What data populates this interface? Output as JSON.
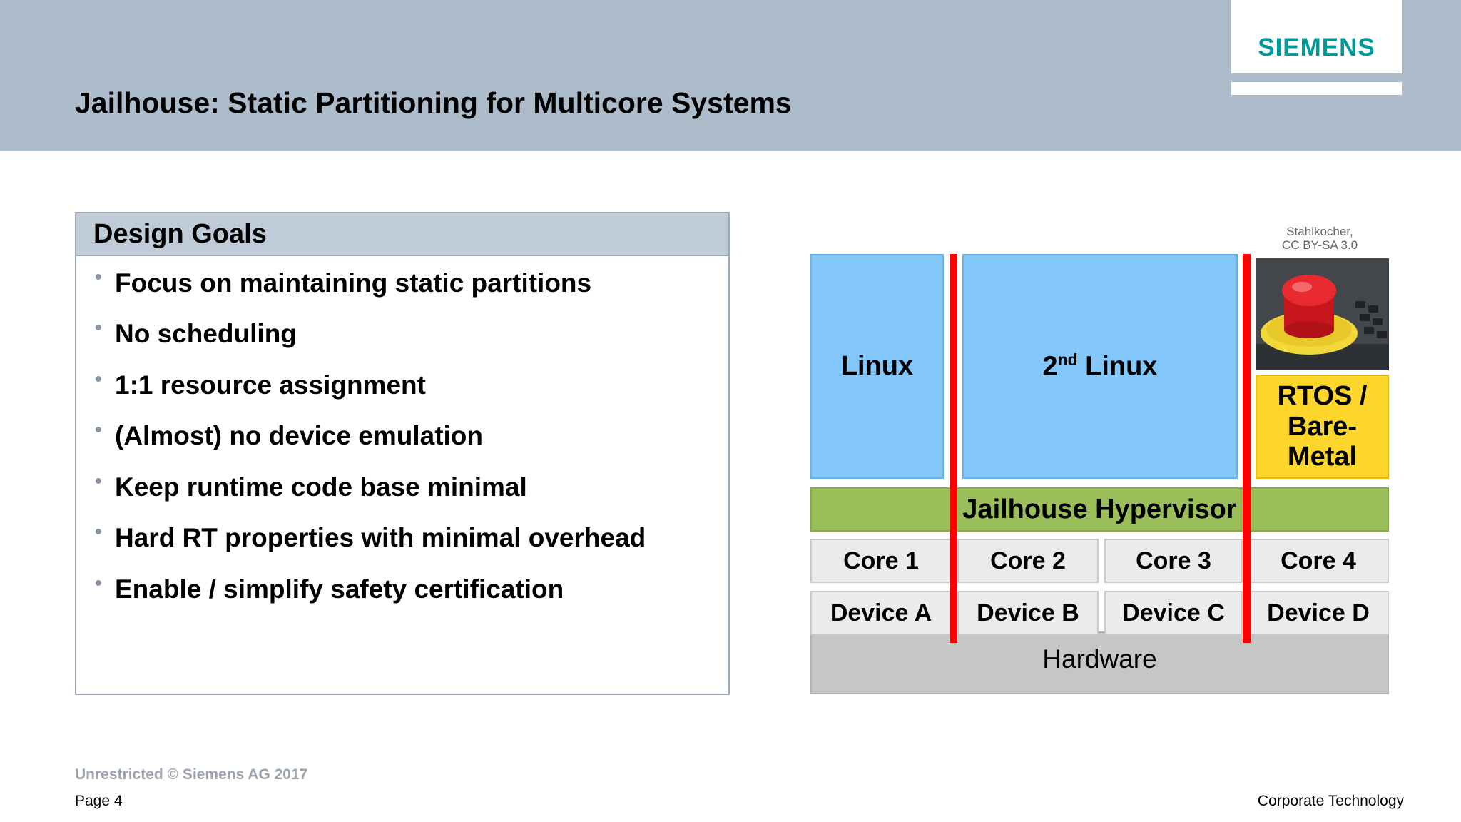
{
  "slide": {
    "title": "Jailhouse: Static Partitioning for Multicore Systems",
    "logo_text": "SIEMENS"
  },
  "goals": {
    "heading": "Design Goals",
    "items": [
      "Focus on maintaining static partitions",
      "No scheduling",
      "1:1 resource assignment",
      "(Almost) no device emulation",
      "Keep runtime code base minimal",
      "Hard RT properties with minimal overhead",
      "Enable / simplify safety certification"
    ]
  },
  "diagram": {
    "linux": "Linux",
    "second_linux_prefix": "2",
    "second_linux_sup": "nd",
    "second_linux_suffix": " Linux",
    "rtos_line1": "RTOS /",
    "rtos_line2": "Bare-",
    "rtos_line3": "Metal",
    "hypervisor": "Jailhouse Hypervisor",
    "cores": [
      "Core 1",
      "Core 2",
      "Core 3",
      "Core 4"
    ],
    "devices": [
      "Device A",
      "Device B",
      "Device C",
      "Device D"
    ],
    "hardware": "Hardware",
    "credit_line1": "Stahlkocher,",
    "credit_line2": "CC BY-SA 3.0"
  },
  "footer": {
    "classification": "Unrestricted © Siemens AG 2017",
    "page": "Page 4",
    "department": "Corporate Technology"
  },
  "colors": {
    "header_bg": "#adbcca",
    "siemens_teal": "#009999",
    "partition_blue": "#84c7fb",
    "rtos_yellow": "#fcd62b",
    "hypervisor_green": "#9abf5a",
    "separator_red": "#ff0000"
  }
}
